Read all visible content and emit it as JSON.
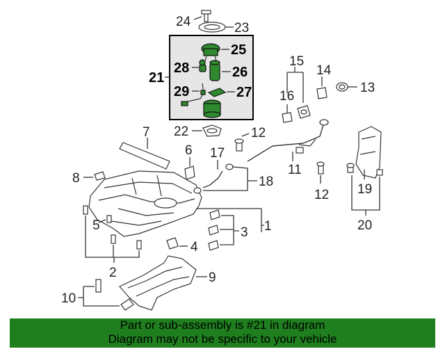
{
  "callouts": {
    "c1": "1",
    "c2": "2",
    "c3": "3",
    "c4": "4",
    "c5": "5",
    "c6": "6",
    "c7": "7",
    "c8": "8",
    "c9": "9",
    "c10": "10",
    "c11": "11",
    "c12a": "12",
    "c12b": "12",
    "c13": "13",
    "c14": "14",
    "c15": "15",
    "c16": "16",
    "c17": "17",
    "c18": "18",
    "c19": "19",
    "c20": "20",
    "c21": "21",
    "c22": "22",
    "c23": "23",
    "c24": "24",
    "c25": "25",
    "c26": "26",
    "c27": "27",
    "c28": "28",
    "c29": "29"
  },
  "footer": {
    "line1": "Part or sub-assembly is #21 in diagram",
    "line2": "Diagram may not be specific to your vehicle"
  },
  "colors": {
    "highlight_part": "#2f8a2f",
    "highlight_box": "#e6e6e6",
    "footer_bg": "#1f7f1f"
  }
}
